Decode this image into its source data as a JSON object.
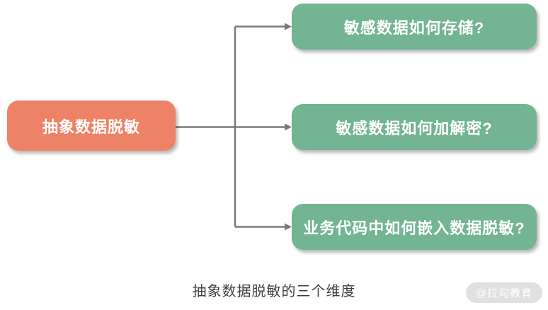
{
  "diagram": {
    "root_node": {
      "label": "抽象数据脱敏"
    },
    "branches": [
      {
        "label": "敏感数据如何存储?"
      },
      {
        "label": "敏感数据如何加解密?"
      },
      {
        "label": "业务代码中如何嵌入数据脱敏?"
      }
    ],
    "caption": "抽象数据脱敏的三个维度",
    "watermark": "@拉勾教育",
    "colors": {
      "root_fill": "#ee8266",
      "branch_fill": "#73b493",
      "connector": "#7a7a7a",
      "caption_text": "#3f3f3f",
      "watermark_bg": "#e1e1e1",
      "watermark_text": "#ffffff"
    }
  }
}
